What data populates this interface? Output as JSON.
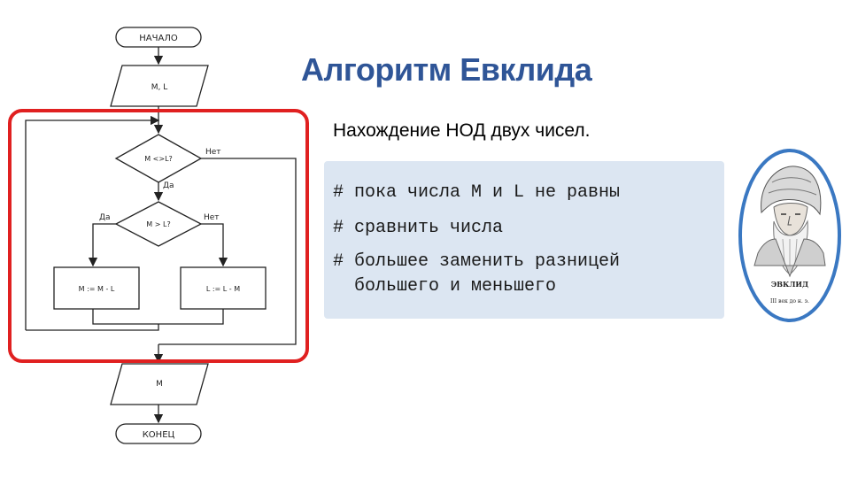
{
  "title": "Алгоритм Евклида",
  "subtitle": "Нахождение НОД двух чисел.",
  "code_lines": [
    "# пока числа M и L не равны",
    "# сравнить числа",
    "# большее заменить разницей",
    "  большего и меньшего"
  ],
  "flowchart": {
    "start": "НАЧАЛО",
    "input": "M, L",
    "cond1": "M <>L?",
    "cond1_no": "Нет",
    "cond1_yes": "Да",
    "cond2": "M > L?",
    "cond2_yes": "Да",
    "cond2_no": "Нет",
    "assign_left": "M := M - L",
    "assign_right": "L := L - M",
    "output": "M",
    "end": "КОНЕЦ"
  },
  "portrait": {
    "name": "ЭВКЛИД",
    "caption": "III век до н. э."
  },
  "colors": {
    "title": "#2F5597",
    "highlight": "#E02020",
    "code_bg": "#DCE6F2"
  }
}
